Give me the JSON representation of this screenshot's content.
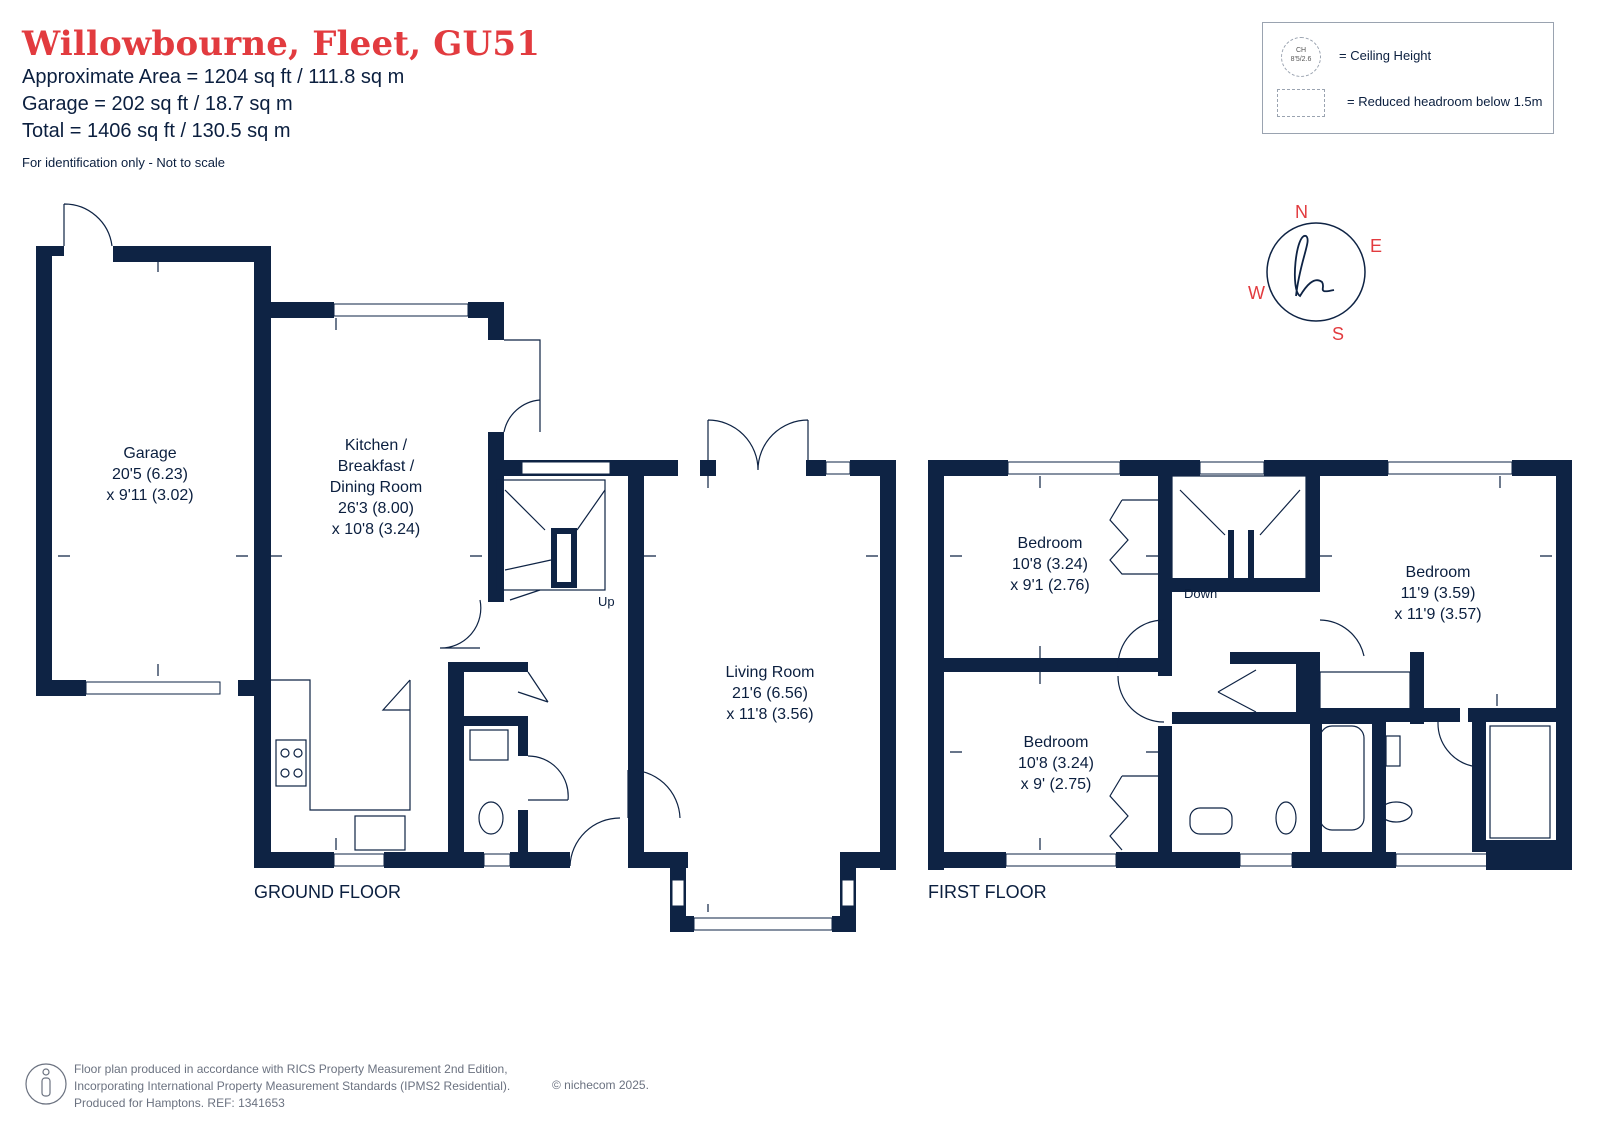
{
  "header": {
    "title": "Willowbourne, Fleet, GU51",
    "approx_area": "Approximate Area = 1204 sq ft / 111.8 sq m",
    "garage_area": "Garage = 202 sq ft / 18.7 sq m",
    "total_area": "Total = 1406 sq ft / 130.5 sq m",
    "note": "For identification only - Not to scale"
  },
  "legend": {
    "ceiling_icon_line1": "CH",
    "ceiling_icon_line2": "8'5/2.6",
    "ceiling_label": "= Ceiling Height",
    "reduced_label": "= Reduced headroom below 1.5m"
  },
  "compass": {
    "n": "N",
    "e": "E",
    "s": "S",
    "w": "W",
    "logo": "h"
  },
  "ground_floor": {
    "label": "GROUND FLOOR",
    "garage": [
      "Garage",
      "20'5 (6.23)",
      "x 9'11 (3.02)"
    ],
    "kitchen": [
      "Kitchen /",
      "Breakfast /",
      "Dining Room",
      "26'3 (8.00)",
      "x 10'8 (3.24)"
    ],
    "living": [
      "Living Room",
      "21'6 (6.56)",
      "x 11'8 (3.56)"
    ],
    "stairs": "Up"
  },
  "first_floor": {
    "label": "FIRST FLOOR",
    "bedroom1": [
      "Bedroom",
      "10'8 (3.24)",
      "x 9'1 (2.76)"
    ],
    "bedroom2": [
      "Bedroom",
      "10'8 (3.24)",
      "x 9' (2.75)"
    ],
    "bedroom3": [
      "Bedroom",
      "11'9 (3.59)",
      "x 11'9 (3.57)"
    ],
    "stairs": "Down"
  },
  "footer": {
    "line1": "Floor plan produced in accordance with RICS Property Measurement 2nd Edition,",
    "line2": "Incorporating International Property Measurement Standards (IPMS2 Residential).",
    "line3": "Produced for Hamptons.   REF:  1341653",
    "copyright": "© nichecom 2025."
  },
  "colors": {
    "accent": "#e23b3f",
    "walls": "#0e2344",
    "text": "#0b1f3f"
  }
}
